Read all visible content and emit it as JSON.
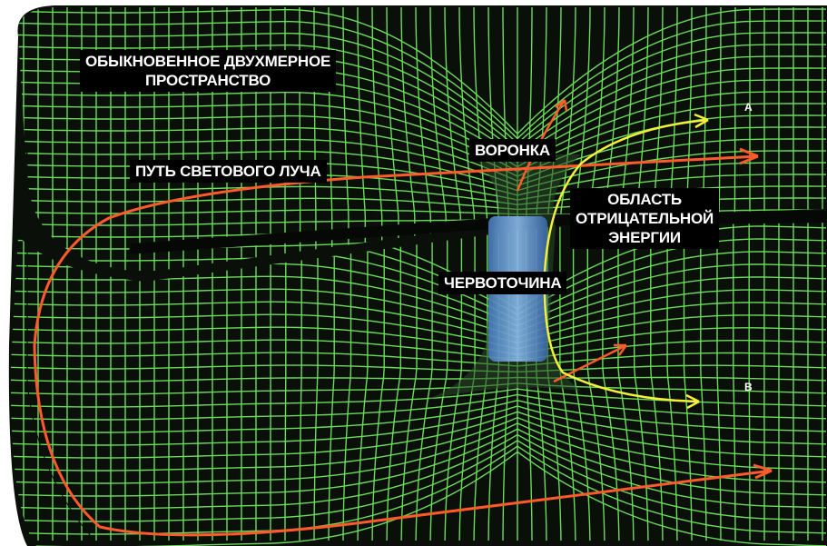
{
  "labels": {
    "ordinary_space": [
      "ОБЫКНОВЕННОЕ ДВУХМЕРНОЕ",
      "ПРОСТРАНСТВО"
    ],
    "funnel": "ВОРОНКА",
    "light_path": "ПУТЬ СВЕТОВОГО ЛУЧА",
    "negative_energy": [
      "ОБЛАСТЬ",
      "ОТРИЦАТЕЛЬНОЙ",
      "ЭНЕРГИИ"
    ],
    "wormhole": "ЧЕРВОТОЧИНА",
    "point_a": "A",
    "point_b": "B"
  },
  "colors": {
    "background": "#0a0f0a",
    "grid": "#7dff6a",
    "light_ray": "#ff5a2a",
    "energy_ray": "#f2f03a",
    "throat": "#6fa8e8",
    "label_bg": "#000000",
    "label_text": "#ffffff"
  }
}
